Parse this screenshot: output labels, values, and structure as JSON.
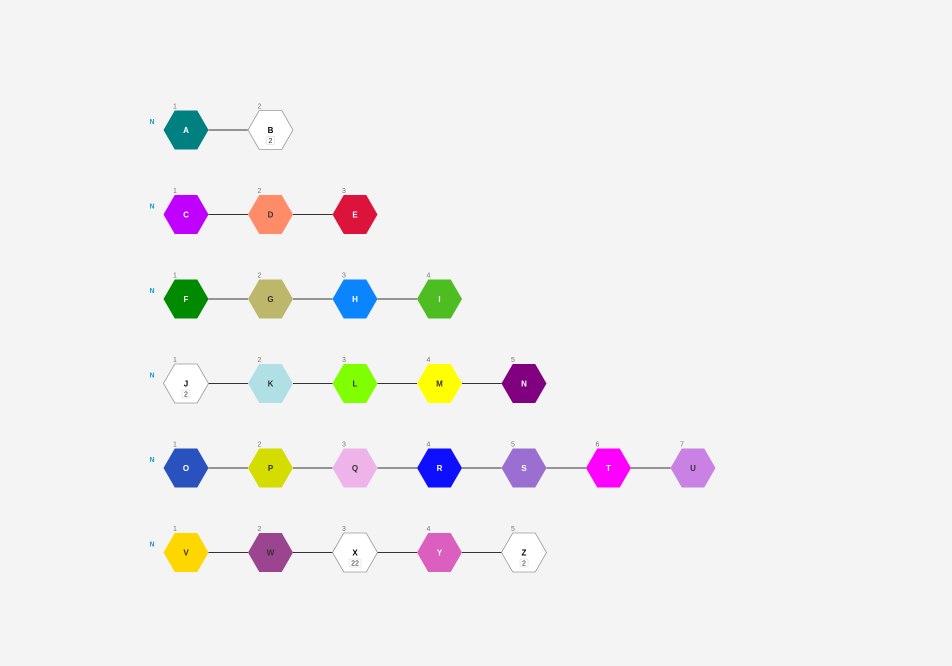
{
  "rows": [
    {
      "label": "N",
      "nodes": [
        {
          "num": "1",
          "letter": "A",
          "color": "#008080",
          "text_color": "#ffffff"
        },
        {
          "num": "2",
          "letter": "B",
          "color": "#ffffff",
          "text_color": "#000000",
          "outline": true,
          "badge": "2"
        }
      ]
    },
    {
      "label": "N",
      "nodes": [
        {
          "num": "1",
          "letter": "C",
          "color": "#bf00ff",
          "text_color": "#ffffff"
        },
        {
          "num": "2",
          "letter": "D",
          "color": "#ff8c69",
          "text_color": "#333333"
        },
        {
          "num": "3",
          "letter": "E",
          "color": "#dc143c",
          "text_color": "#ffffff"
        }
      ]
    },
    {
      "label": "N",
      "nodes": [
        {
          "num": "1",
          "letter": "F",
          "color": "#008a00",
          "text_color": "#ffffff"
        },
        {
          "num": "2",
          "letter": "G",
          "color": "#bdb76b",
          "text_color": "#333333"
        },
        {
          "num": "3",
          "letter": "H",
          "color": "#0a84ff",
          "text_color": "#ffffff"
        },
        {
          "num": "4",
          "letter": "I",
          "color": "#4dbd22",
          "text_color": "#ffffff"
        }
      ]
    },
    {
      "label": "N",
      "nodes": [
        {
          "num": "1",
          "letter": "J",
          "color": "#ffffff",
          "text_color": "#000000",
          "outline": true,
          "badge": "2"
        },
        {
          "num": "2",
          "letter": "K",
          "color": "#b0e0e6",
          "text_color": "#333333"
        },
        {
          "num": "3",
          "letter": "L",
          "color": "#7fff00",
          "text_color": "#333333"
        },
        {
          "num": "4",
          "letter": "M",
          "color": "#ffff00",
          "text_color": "#333333"
        },
        {
          "num": "5",
          "letter": "N",
          "color": "#800080",
          "text_color": "#ffffff"
        }
      ]
    },
    {
      "label": "N",
      "nodes": [
        {
          "num": "1",
          "letter": "O",
          "color": "#2a52be",
          "text_color": "#ffffff"
        },
        {
          "num": "2",
          "letter": "P",
          "color": "#d4dc00",
          "text_color": "#333333"
        },
        {
          "num": "3",
          "letter": "Q",
          "color": "#eeb4ea",
          "text_color": "#333333"
        },
        {
          "num": "4",
          "letter": "R",
          "color": "#0f0fff",
          "text_color": "#ffffff"
        },
        {
          "num": "5",
          "letter": "S",
          "color": "#9b6fd1",
          "text_color": "#ffffff"
        },
        {
          "num": "6",
          "letter": "T",
          "color": "#ff00ff",
          "text_color": "#ffffff"
        },
        {
          "num": "7",
          "letter": "U",
          "color": "#c981e3",
          "text_color": "#333333"
        }
      ]
    },
    {
      "label": "N",
      "nodes": [
        {
          "num": "1",
          "letter": "V",
          "color": "#ffd700",
          "text_color": "#333333"
        },
        {
          "num": "2",
          "letter": "W",
          "color": "#9b4590",
          "text_color": "#333333"
        },
        {
          "num": "3",
          "letter": "X",
          "color": "#ffffff",
          "text_color": "#000000",
          "outline": true,
          "badge": "22"
        },
        {
          "num": "4",
          "letter": "Y",
          "color": "#da5fbe",
          "text_color": "#ffffff"
        },
        {
          "num": "5",
          "letter": "Z",
          "color": "#ffffff",
          "text_color": "#000000",
          "outline": true,
          "badge": "2"
        }
      ]
    }
  ]
}
